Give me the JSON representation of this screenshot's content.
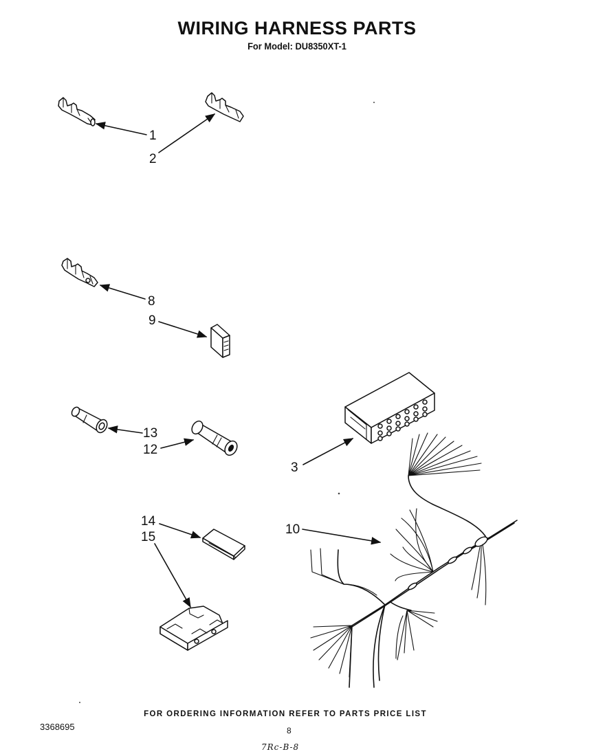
{
  "header": {
    "title": "WIRING HARNESS PARTS",
    "subtitle": "For Model: DU8350XT-1"
  },
  "callouts": {
    "c1": "1",
    "c2": "2",
    "c3": "3",
    "c8": "8",
    "c9": "9",
    "c10": "10",
    "c12": "12",
    "c13": "13",
    "c14": "14",
    "c15": "15"
  },
  "footer": {
    "ordering_note": "FOR ORDERING INFORMATION REFER TO PARTS PRICE LIST",
    "part_number": "3368695",
    "page_number": "8",
    "handwritten_note": "7Rc-B-8"
  }
}
